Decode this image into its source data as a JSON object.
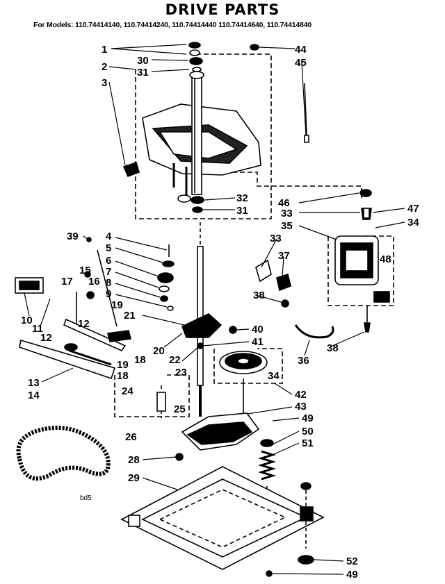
{
  "title": "DRIVE PARTS",
  "models_line": "For Models: 110.74414140, 110.74414240, 110.74414440  110.74414640, 110.74414840",
  "diagram_code": "bd5",
  "callouts": [
    "1",
    "30",
    "31",
    "2",
    "3",
    "44",
    "45",
    "32",
    "31",
    "46",
    "33",
    "47",
    "34",
    "35",
    "33",
    "37",
    "38",
    "39",
    "4",
    "5",
    "6",
    "7",
    "8",
    "9",
    "21",
    "40",
    "41",
    "20",
    "22",
    "34",
    "15",
    "16",
    "17",
    "19",
    "10",
    "11",
    "12",
    "12",
    "18",
    "19",
    "18",
    "13",
    "14",
    "23",
    "24",
    "25",
    "26",
    "42",
    "43",
    "49",
    "50",
    "51",
    "28",
    "29",
    "52",
    "49",
    "48",
    "36",
    "38"
  ]
}
